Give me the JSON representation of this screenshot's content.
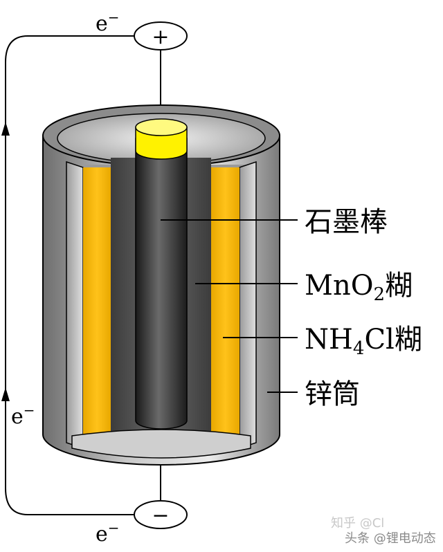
{
  "circuit": {
    "positive_symbol": "+",
    "negative_symbol": "−",
    "electron_label": "e",
    "electron_sup": "−"
  },
  "labels": {
    "graphite_rod": "石墨棒",
    "mno2_paste": {
      "pre": "MnO",
      "sub": "2",
      "post": "糊"
    },
    "nh4cl_paste": {
      "pre": "NH",
      "sub": "4",
      "post": "Cl糊"
    },
    "zinc_can": "锌筒"
  },
  "watermark": {
    "line1": "知乎 @Cl",
    "line2": "头条 @锂电动态"
  },
  "colors": {
    "zinc": "#b3b3b3",
    "manganese_paste": "#555555",
    "ammonium_paste": "#f2b600",
    "graphite": "#333333",
    "cap": "#fff200"
  }
}
